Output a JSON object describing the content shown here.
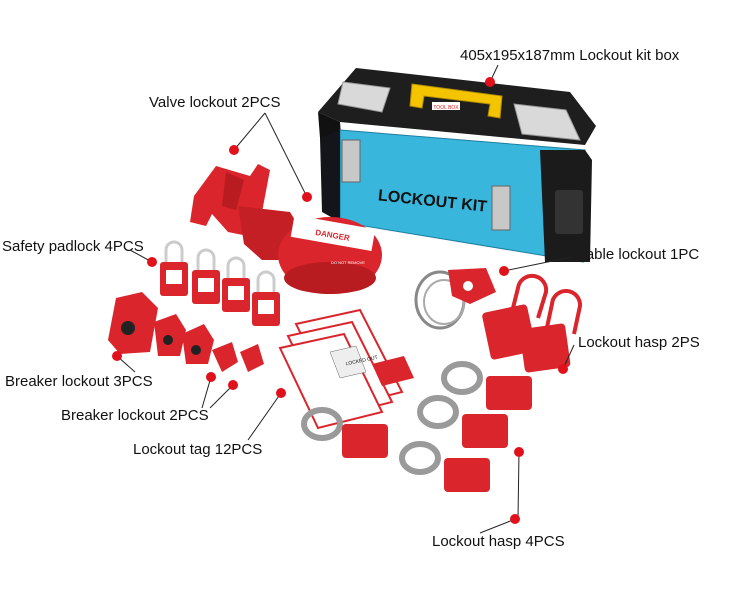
{
  "labels": {
    "kit_box": "405x195x187mm Lockout kit box",
    "valve_lockout": "Valve lockout 2PCS",
    "safety_padlock": "Safety padlock 4PCS",
    "cable_lockout": "Cable lockout  1PC",
    "lockout_hasp_2": "Lockout hasp  2PS",
    "breaker_lockout_3": "Breaker lockout  3PCS",
    "breaker_lockout_2": "Breaker lockout  2PCS",
    "lockout_tag": "Lockout tag 12PCS",
    "lockout_hasp_4": "Lockout hasp 4PCS"
  },
  "product_text": {
    "box_panel": "LOCKOUT KIT",
    "handle_tag": "TOOL BOX",
    "danger": "DANGER",
    "do_not_remove": "DO NOT REMOVE",
    "locked_out": "LOCKED OUT"
  },
  "colors": {
    "accent_red": "#e0111b",
    "product_red": "#d9252b",
    "box_blue": "#38b6dc",
    "box_black": "#1b1b1b",
    "handle_yellow": "#f5c400"
  }
}
